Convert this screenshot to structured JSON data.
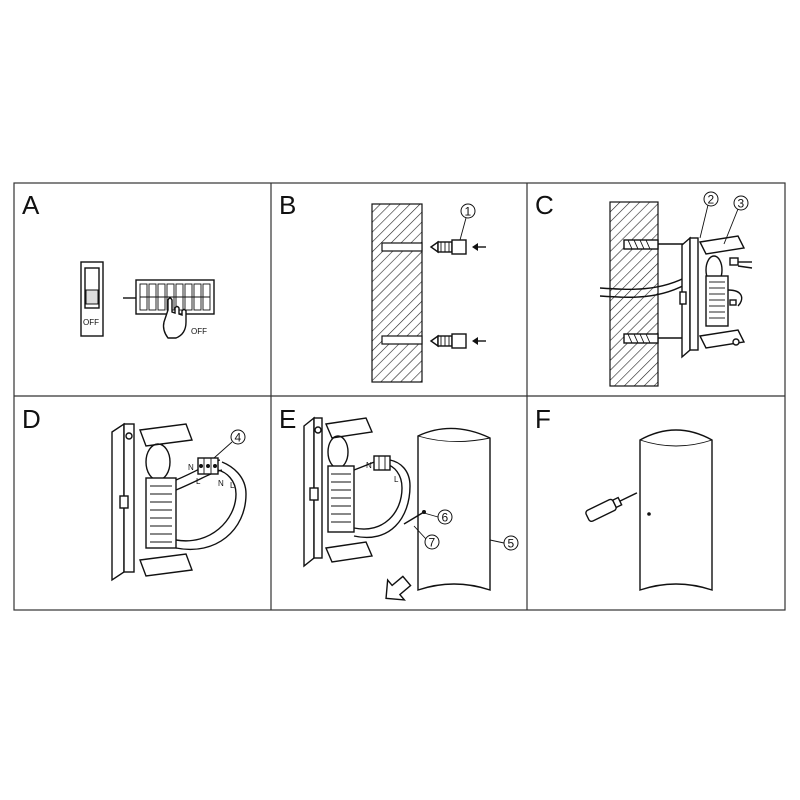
{
  "panels": [
    {
      "id": "A",
      "letter": "A"
    },
    {
      "id": "B",
      "letter": "B"
    },
    {
      "id": "C",
      "letter": "C"
    },
    {
      "id": "D",
      "letter": "D"
    },
    {
      "id": "E",
      "letter": "E"
    },
    {
      "id": "F",
      "letter": "F"
    }
  ],
  "labels": {
    "off_switch": "OFF",
    "off_breaker": "OFF"
  },
  "callouts": {
    "c1": "1",
    "c2": "2",
    "c3": "3",
    "c4": "4",
    "c5": "5",
    "c6": "6",
    "c7": "7"
  },
  "wire_letters": {
    "d_n1": "N",
    "d_l1": "L",
    "d_n2": "N",
    "d_l2": "L",
    "e_n": "N",
    "e_l": "L"
  },
  "colors": {
    "line": "#111111",
    "background": "#ffffff"
  }
}
